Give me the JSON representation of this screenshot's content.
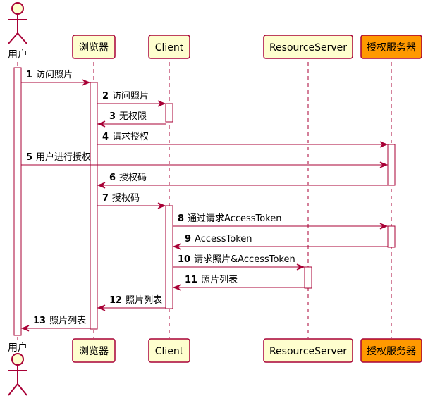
{
  "actor": {
    "name": "用户"
  },
  "participants": [
    {
      "id": "browser",
      "name": "浏览器",
      "highlight": false
    },
    {
      "id": "client",
      "name": "Client",
      "highlight": false
    },
    {
      "id": "resource",
      "name": "ResourceServer",
      "highlight": false
    },
    {
      "id": "auth",
      "name": "授权服务器",
      "highlight": true
    }
  ],
  "messages": [
    {
      "num": "1",
      "text": "访问照片",
      "from": "user",
      "to": "browser"
    },
    {
      "num": "2",
      "text": "访问照片",
      "from": "browser",
      "to": "client"
    },
    {
      "num": "3",
      "text": "无权限",
      "from": "client",
      "to": "browser"
    },
    {
      "num": "4",
      "text": "请求授权",
      "from": "browser",
      "to": "auth"
    },
    {
      "num": "5",
      "text": "用户进行授权",
      "from": "user",
      "to": "auth"
    },
    {
      "num": "6",
      "text": "授权码",
      "from": "auth",
      "to": "browser"
    },
    {
      "num": "7",
      "text": "授权码",
      "from": "browser",
      "to": "client"
    },
    {
      "num": "8",
      "text": "通过请求AccessToken",
      "from": "client",
      "to": "auth"
    },
    {
      "num": "9",
      "text": "AccessToken",
      "from": "auth",
      "to": "client"
    },
    {
      "num": "10",
      "text": "请求照片&AccessToken",
      "from": "client",
      "to": "resource"
    },
    {
      "num": "11",
      "text": "照片列表",
      "from": "resource",
      "to": "client"
    },
    {
      "num": "12",
      "text": "照片列表",
      "from": "client",
      "to": "browser"
    },
    {
      "num": "13",
      "text": "照片列表",
      "from": "browser",
      "to": "user"
    }
  ],
  "colors": {
    "line": "#a80036",
    "box": "#fefece",
    "highlight": "#ff9900"
  }
}
